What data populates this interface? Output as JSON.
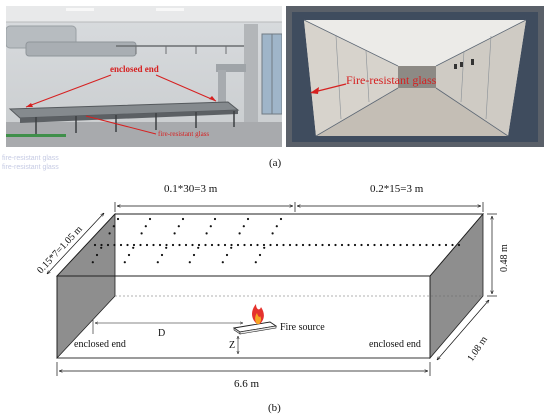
{
  "figure": {
    "caption_a": "(a)",
    "caption_b": "(b)",
    "ghost_text": [
      "fire-resistant glass",
      "fire-resistant glass"
    ]
  },
  "photo_left": {
    "label_enclosed_end": "enclosed end",
    "label_glass": "fire-resistant glass",
    "colors": {
      "annotation": "#d62020"
    }
  },
  "photo_right": {
    "label_glass": "Fire-resistant glass",
    "colors": {
      "annotation": "#d62020"
    }
  },
  "diagram": {
    "dim_top_left": "0.1*30=3 m",
    "dim_top_right": "0.2*15=3 m",
    "dim_left_side": "0.15*7=1.05 m",
    "dim_height": "0.48 m",
    "dim_depth": "1.08 m",
    "dim_length": "6.6 m",
    "label_d": "D",
    "label_z": "Z",
    "label_fire_source": "Fire source",
    "label_enclosed_left": "enclosed end",
    "label_enclosed_right": "enclosed end",
    "icon_fire": "flame-icon",
    "colors": {
      "end_wall": "#8e8e8e",
      "flame_outer": "#e5322d",
      "flame_inner": "#f5a623"
    }
  }
}
